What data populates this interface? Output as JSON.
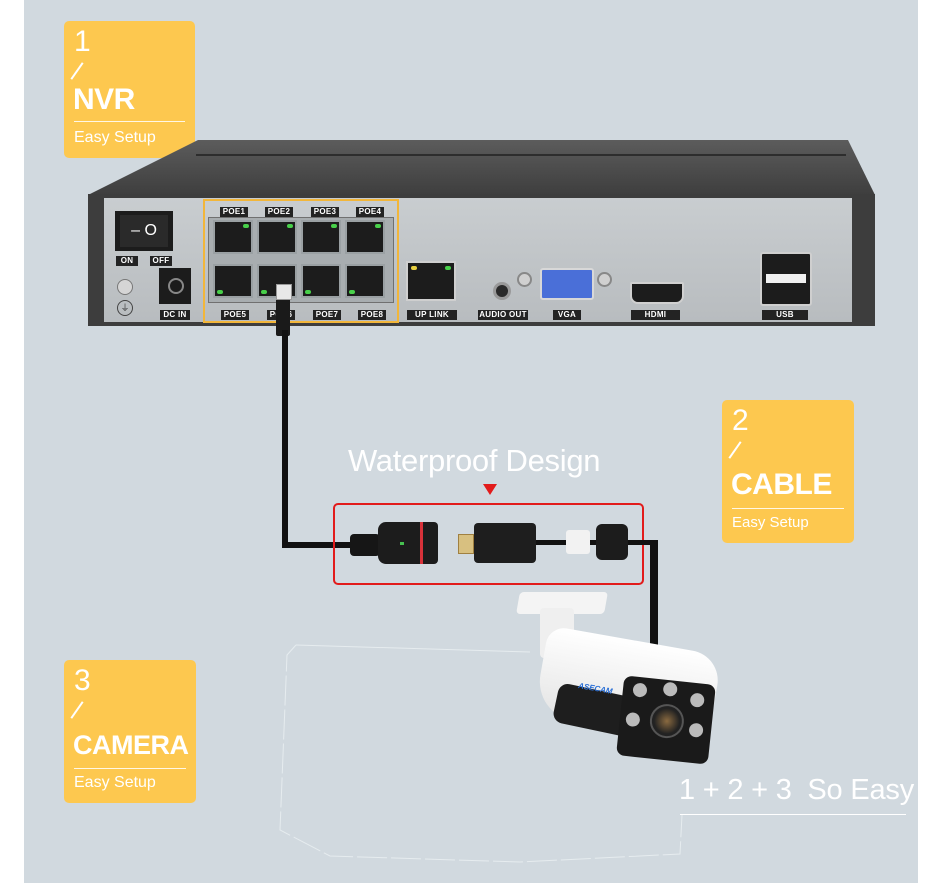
{
  "steps": [
    {
      "number": "1",
      "title": "NVR",
      "subtitle": "Easy Setup"
    },
    {
      "number": "2",
      "title": "CABLE",
      "subtitle": "Easy Setup"
    },
    {
      "number": "3",
      "title": "CAMERA",
      "subtitle": "Easy Setup"
    }
  ],
  "nvr": {
    "port_labels_top": [
      "POE1",
      "POE2",
      "POE3",
      "POE4"
    ],
    "port_labels_bottom": [
      "POE5",
      "POE6",
      "POE7",
      "POE8"
    ],
    "power": {
      "on": "ON",
      "off": "OFF",
      "switch_symbols": "– O"
    },
    "dc_in": "DC IN",
    "uplink": "UP LINK",
    "audio_out": "AUDIO OUT",
    "vga": "VGA",
    "hdmi": "HDMI",
    "usb": "USB"
  },
  "cable": {
    "heading": "Waterproof Design"
  },
  "camera": {
    "brand": "ASECAM"
  },
  "tagline": "1 + 2 + 3  So Easy",
  "colors": {
    "background": "#d1d9df",
    "card": "#fdc84f",
    "highlight_red": "#e21b1b",
    "poe_frame": "#f2b63a"
  }
}
